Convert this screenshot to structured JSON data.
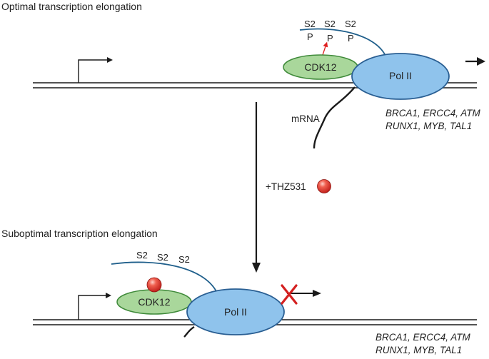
{
  "top_panel": {
    "title": "Optimal transcription elongation",
    "serine_labels": [
      "S2",
      "S2",
      "S2"
    ],
    "phospho_labels": [
      "P",
      "P",
      "P"
    ],
    "kinase_label": "CDK12",
    "polymerase_label": "Pol II",
    "mrna_label": "mRNA",
    "genes_line1": "BRCA1, ERCC4, ATM",
    "genes_line2": "RUNX1, MYB, TAL1"
  },
  "treatment": {
    "label": "+THZ531"
  },
  "bottom_panel": {
    "title": "Suboptimal transcription elongation",
    "serine_labels": [
      "S2",
      "S2",
      "S2"
    ],
    "kinase_label": "CDK12",
    "polymerase_label": "Pol II",
    "genes_line1": "BRCA1, ERCC4, ATM",
    "genes_line2": "RUNX1, MYB, TAL1"
  },
  "colors": {
    "cdk12_fill": "#a9d79b",
    "cdk12_stroke": "#3f8a3a",
    "pol2_fill": "#8fc3ec",
    "pol2_stroke": "#2a5f93",
    "ctd_tail": "#1f5f8b",
    "phospho_arrow": "#e02020",
    "block_cross": "#d42020",
    "inhibitor_ball": "#e8453c"
  }
}
